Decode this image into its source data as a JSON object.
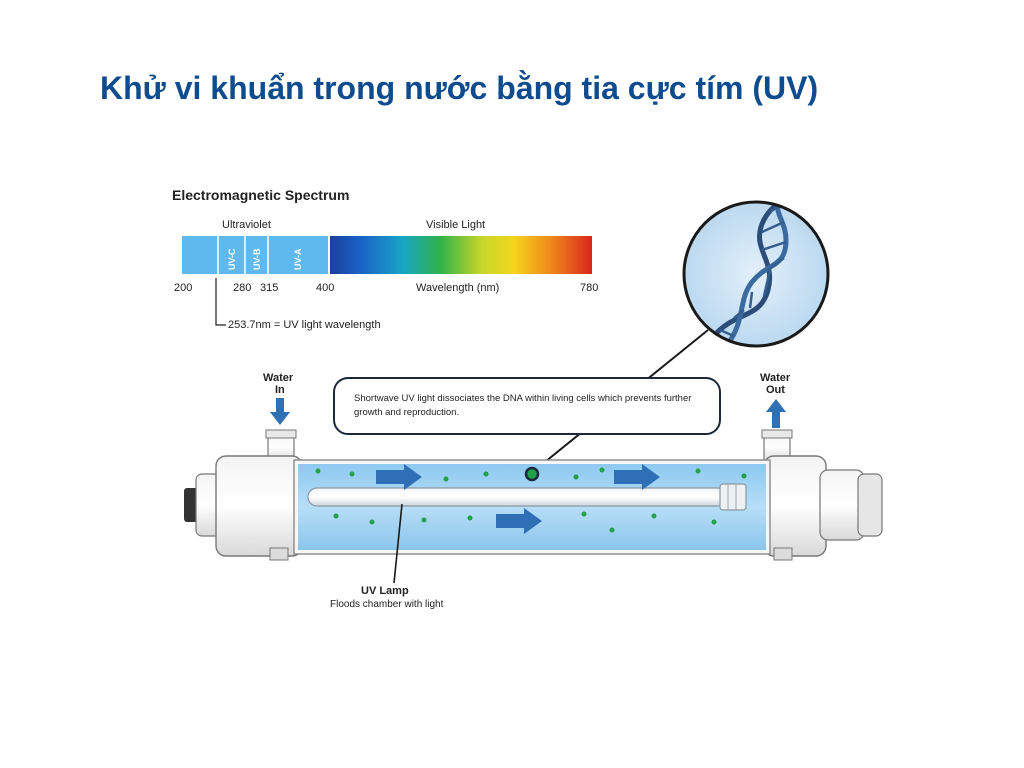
{
  "slide": {
    "title": "Khử vi khuẩn trong nước bằng tia cực tím (UV)"
  },
  "spectrum": {
    "heading": "Electromagnetic Spectrum",
    "ultraviolet_label": "Ultraviolet",
    "visible_label": "Visible Light",
    "bands": [
      "UV-C",
      "UV-B",
      "UV-A"
    ],
    "ticks": [
      "200",
      "280",
      "315",
      "400",
      "780"
    ],
    "axis_label": "Wavelength (nm)",
    "note": "253.7nm = UV light wavelength"
  },
  "reactor": {
    "water_in": [
      "Water",
      "In"
    ],
    "water_out": [
      "Water",
      "Out"
    ],
    "callout_lines": [
      "Shortwave UV light dissociates the DNA within living cells which prevents further",
      "growth and reproduction."
    ],
    "lamp_title": "UV Lamp",
    "lamp_caption": "Floods chamber with light"
  },
  "colors": {
    "title": "#0f4c8f",
    "water": "#a9d6f5",
    "flow_arrow": "#2f6fb5",
    "microbe": "#22a04a",
    "uv_band": "#5fb8ee"
  }
}
